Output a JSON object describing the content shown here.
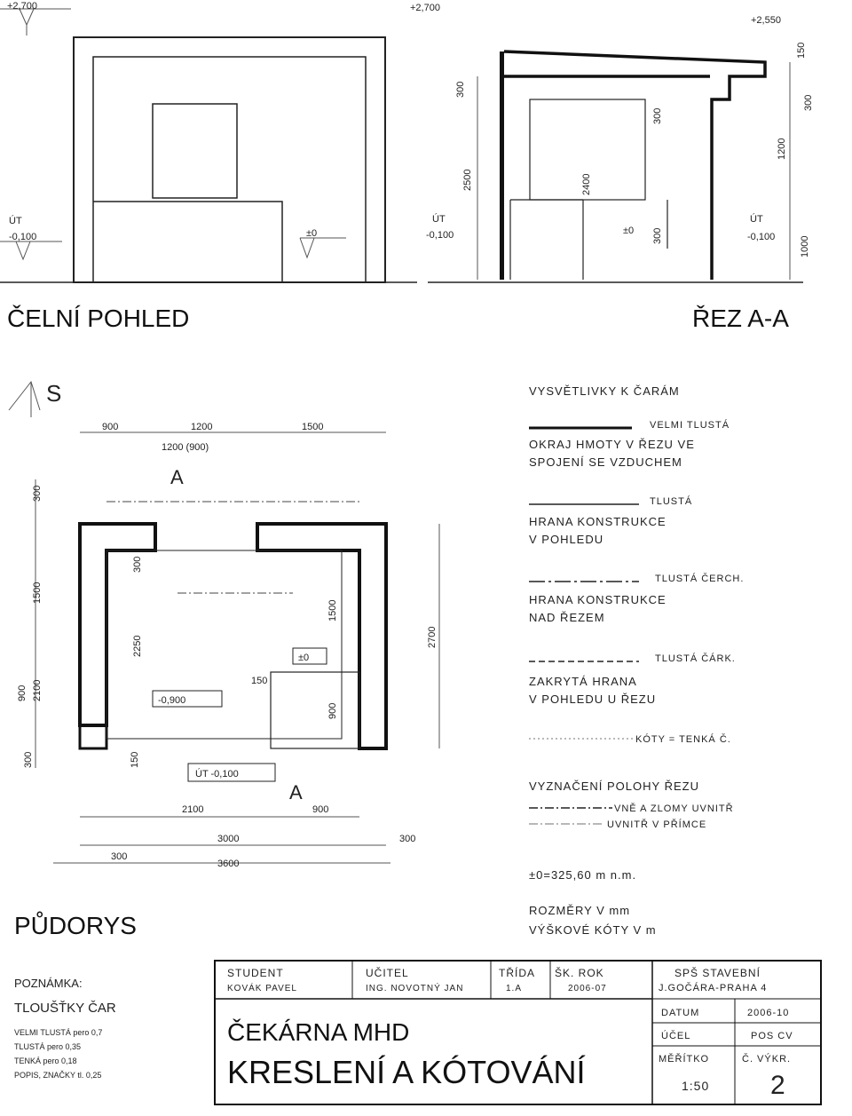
{
  "front_view": {
    "label": "ČELNÍ POHLED",
    "level_top": "+2,700",
    "level_zero": "±0",
    "level_ut": "ÚT",
    "level_ut_val": "-0,100"
  },
  "section_view": {
    "label": "ŘEZ A-A",
    "level_top_left": "+2,700",
    "level_top_right": "+2,550",
    "level_zero": "±0",
    "level_ut_left": "ÚT",
    "level_ut_left_val": "-0,100",
    "level_ut_right": "ÚT",
    "level_ut_right_val": "-0,100",
    "dims": [
      "300",
      "2500",
      "2400",
      "300",
      "300",
      "150",
      "300",
      "1200",
      "1000"
    ]
  },
  "plan": {
    "label": "PŮDORYS",
    "north": "S",
    "section_mark": "A",
    "dims_top": [
      "900",
      "1200",
      "1500"
    ],
    "dim_top_sub": "1200 (900)",
    "dims_left": [
      "300",
      "1500",
      "900",
      "2100",
      "300"
    ],
    "dims_inner": [
      "300",
      "2250",
      "1500",
      "150",
      "900",
      "150"
    ],
    "dim_right": "2700",
    "dims_bottom": [
      "2100",
      "900",
      "3000",
      "300",
      "300",
      "3600"
    ],
    "level_zero": "±0",
    "level_minus": "-0,900",
    "level_ut": "ÚT -0,100"
  },
  "legend": {
    "title": "VYSVĚTLIVKY K ČARÁM",
    "items": [
      {
        "type": "VELMI TLUSTÁ",
        "desc1": "OKRAJ HMOTY V ŘEZU VE",
        "desc2": "SPOJENÍ SE VZDUCHEM"
      },
      {
        "type": "TLUSTÁ",
        "desc1": "HRANA KONSTRUKCE",
        "desc2": "V POHLEDU"
      },
      {
        "type": "TLUSTÁ ČERCH.",
        "desc1": "HRANA KONSTRUKCE",
        "desc2": "NAD ŘEZEM"
      },
      {
        "type": "TLUSTÁ ČÁRK.",
        "desc1": "ZAKRYTÁ HRANA",
        "desc2": "V POHLEDU U ŘEZU"
      },
      {
        "type": "KÓTY = TENKÁ Č.",
        "desc1": "",
        "desc2": ""
      }
    ],
    "section_title": "VYZNAČENÍ POLOHY ŘEZU",
    "section_outer": "VNĚ A ZLOMY UVNITŘ",
    "section_inner": "UVNITŘ V PŘÍMCE",
    "datum_level": "±0=325,60 m n.m.",
    "units_1": "ROZMĚRY V mm",
    "units_2": "VÝŠKOVÉ KÓTY V m"
  },
  "notes": {
    "title": "POZNÁMKA:",
    "subtitle": "TLOUŠŤKY ČAR",
    "lines": [
      "VELMI TLUSTÁ pero 0,7",
      "TLUSTÁ pero 0,35",
      "TENKÁ pero 0,18",
      "POPIS, ZNAČKY tl. 0,25"
    ]
  },
  "title_block": {
    "student_label": "STUDENT",
    "student_name": "KOVÁK PAVEL",
    "teacher_label": "UČITEL",
    "teacher_name": "ING. NOVOTNÝ JAN",
    "class_label": "TŘÍDA",
    "class_value": "1.A",
    "year_label": "ŠK. ROK",
    "year_value": "2006-07",
    "school_1": "SPŠ STAVEBNÍ",
    "school_2": "J.GOČÁRA-PRAHA 4",
    "project": "ČEKÁRNA MHD",
    "subject": "KRESLENÍ A KÓTOVÁNÍ",
    "date_label": "DATUM",
    "date_value": "2006-10",
    "purpose_label": "ÚČEL",
    "purpose_value": "POS CV",
    "scale_label": "MĚŘÍTKO",
    "scale_value": "1:50",
    "sheet_label": "Č. VÝKR.",
    "sheet_value": "2"
  }
}
